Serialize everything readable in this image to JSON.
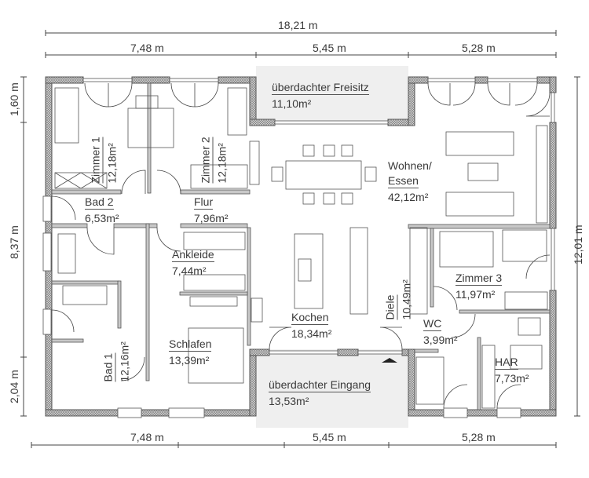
{
  "plan": {
    "type": "floor-plan",
    "dimensions": {
      "top_total": "18,21 m",
      "top_segments": [
        "7,48 m",
        "5,45 m",
        "5,28 m"
      ],
      "bottom_segments": [
        "7,48 m",
        "5,45 m",
        "5,28 m"
      ],
      "left_segments": [
        "1,60 m",
        "8,37 m",
        "2,04 m"
      ],
      "right_total": "12,01 m"
    },
    "rooms": [
      {
        "name": "Zimmer 1",
        "area": "12,18m²"
      },
      {
        "name": "Zimmer 2",
        "area": "12,18m²"
      },
      {
        "name": "überdachter Freisitz",
        "area": "11,10m²"
      },
      {
        "name": "Wohnen/",
        "name2": "Essen",
        "area": "42,12m²"
      },
      {
        "name": "Bad 2",
        "area": "6,53m²"
      },
      {
        "name": "Flur",
        "area": "7,96m²"
      },
      {
        "name": "Ankleide",
        "area": "7,44m²"
      },
      {
        "name": "Bad 1",
        "area": "12,16m²"
      },
      {
        "name": "Schlafen",
        "area": "13,39m²"
      },
      {
        "name": "Kochen",
        "area": "18,34m²"
      },
      {
        "name": "Diele",
        "area": "10,49m²"
      },
      {
        "name": "Zimmer 3",
        "area": "11,97m²"
      },
      {
        "name": "WC",
        "area": "3,99m²"
      },
      {
        "name": "HAR",
        "area": "7,73m²"
      },
      {
        "name": "überdachter Eingang",
        "area": "13,53m²"
      }
    ],
    "colors": {
      "wall_fill": "#c8c8c8",
      "wall_stroke": "#555555",
      "terrace_fill": "#efefef",
      "line": "#444444"
    }
  }
}
